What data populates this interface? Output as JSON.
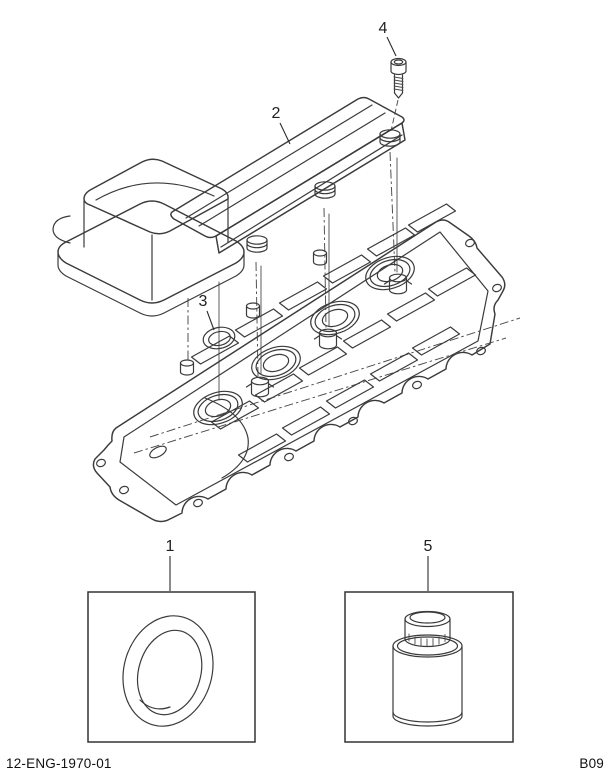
{
  "figure": {
    "description_visible_text_only": "exploded parts drawing",
    "callouts": [
      {
        "label": "1"
      },
      {
        "label": "2"
      },
      {
        "label": "3"
      },
      {
        "label": "4"
      },
      {
        "label": "5"
      }
    ]
  },
  "footer": {
    "drawing_number": "12-ENG-1970-01",
    "sheet_code": "B09"
  },
  "colors": {
    "line": "#3b3b3b",
    "background": "#ffffff",
    "text": "#1a1a1a"
  }
}
